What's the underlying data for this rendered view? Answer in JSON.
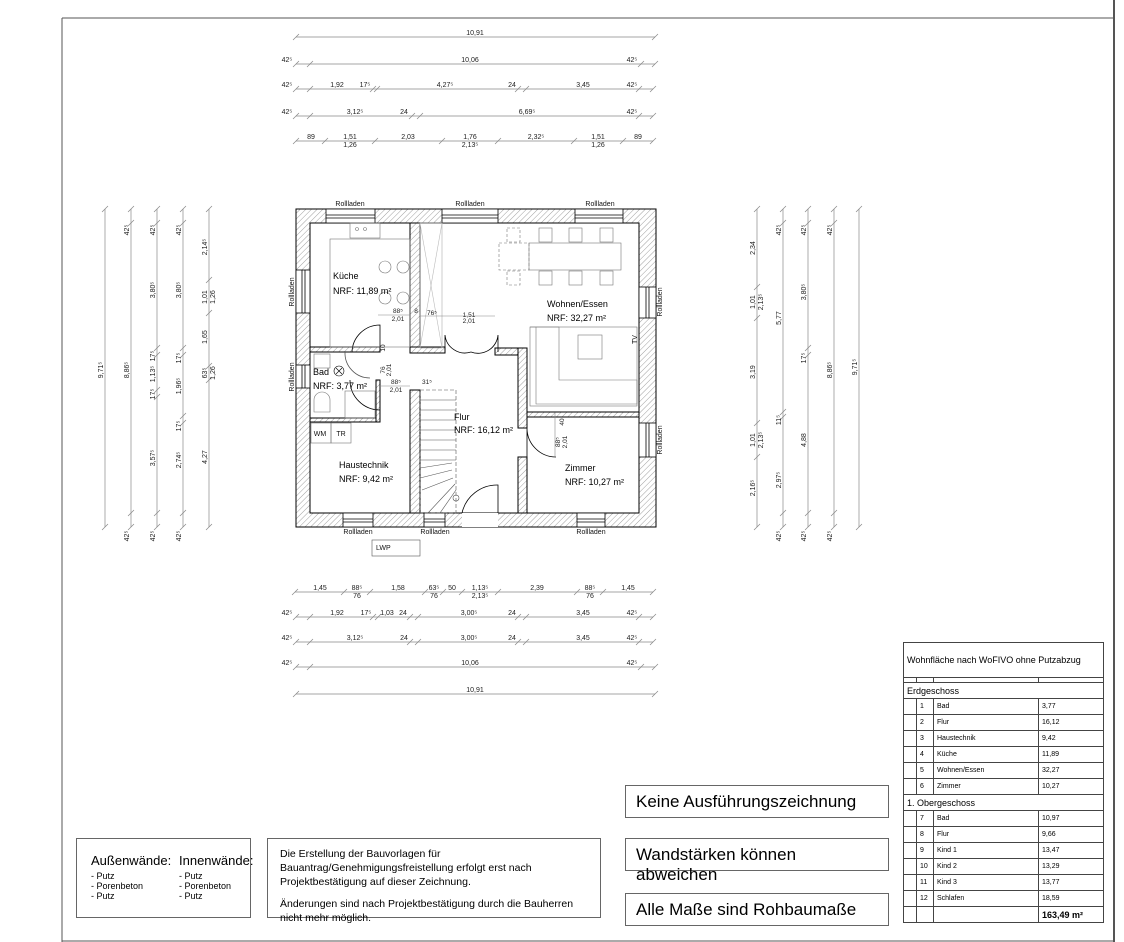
{
  "dims": {
    "top": [
      [
        "10,91"
      ],
      [
        "42⁵",
        "10,06",
        "42⁵"
      ],
      [
        "42⁵",
        "1,92",
        "17⁵",
        "4,27⁵",
        "24",
        "3,45",
        "42⁵"
      ],
      [
        "42⁵",
        "3,12⁵",
        "24",
        "6,69⁵",
        "42⁵"
      ],
      [
        "89",
        [
          "1,51",
          "1,26"
        ],
        "2,03",
        [
          "1,76",
          "2,13⁵"
        ],
        "2,32⁵",
        [
          "1,51",
          "1,26"
        ],
        "89"
      ]
    ],
    "bottom": [
      [
        "1,45",
        [
          "88⁵",
          "76"
        ],
        "1,58",
        [
          "63⁵",
          "76"
        ],
        "50",
        [
          "1,13⁵",
          "2,13⁵"
        ],
        "2,39",
        [
          "88⁵",
          "76"
        ],
        "1,45"
      ],
      [
        "42⁵",
        "1,92",
        "17⁵",
        "1,03",
        "24",
        "3,00⁵",
        "24",
        "3,45",
        "42⁵"
      ],
      [
        "42⁵",
        "3,12⁵",
        "24",
        "3,00⁵",
        "24",
        "3,45",
        "42⁵"
      ],
      [
        "42⁵",
        "10,06",
        "42⁵"
      ],
      [
        "10,91"
      ]
    ],
    "left": [
      [
        "9,71⁵"
      ],
      [
        "42⁵",
        "8,86⁵",
        "42⁵"
      ],
      [
        "42⁵",
        "3,80⁵",
        "17⁵",
        "1,13⁵",
        "17⁵",
        "3,57⁵",
        "42⁵"
      ],
      [
        "42⁵",
        "3,80⁵",
        "17⁵",
        "1,96⁵",
        "17⁵",
        "2,74⁵",
        "42⁵"
      ],
      [
        "2,14⁵",
        [
          "1,01",
          "1,26"
        ],
        "1,65",
        [
          "63⁵",
          "1,26"
        ],
        "4,27"
      ]
    ],
    "right": [
      [
        "2,34",
        [
          "1,01",
          "2,13⁵"
        ],
        "3,19",
        [
          "1,01",
          "2,13⁵"
        ],
        "2,16⁵"
      ],
      [
        "42⁵",
        "5,77",
        "11⁵",
        "2,97⁵",
        "42⁵"
      ],
      [
        "42⁵",
        "3,80⁵",
        "17⁵",
        "4,88",
        "42⁵"
      ],
      [
        "42⁵",
        "8,86⁵",
        "42⁵"
      ],
      [
        "9,71⁵"
      ]
    ],
    "inner": [
      "88⁵",
      "2,01",
      "8",
      "76⁵",
      "1,51",
      "2,01",
      "76",
      "2,01",
      "10",
      "88⁵",
      "2,01",
      "31⁵",
      "40",
      "88⁵",
      "2,01"
    ]
  },
  "rooms": [
    {
      "name": "Küche",
      "area": "NRF: 11,89 m²"
    },
    {
      "name": "Wohnen/Essen",
      "area": "NRF: 32,27 m²"
    },
    {
      "name": "Bad",
      "area": "NRF: 3,77 m²"
    },
    {
      "name": "Flur",
      "area": "NRF: 16,12 m²"
    },
    {
      "name": "Haustechnik",
      "area": "NRF: 9,42 m²"
    },
    {
      "name": "Zimmer",
      "area": "NRF: 10,27 m²"
    }
  ],
  "plan_labels": {
    "shutter": "Rollladen",
    "wm": "WM",
    "tr": "TR",
    "tv": "TV",
    "lwp": "LWP"
  },
  "legend": {
    "outer_title": "Außenwände:",
    "outer_items": [
      "- Putz",
      "- Porenbeton",
      "- Putz"
    ],
    "inner_title": "Innenwände:",
    "inner_items": [
      "- Putz",
      "- Porenbeton",
      "- Putz"
    ]
  },
  "info": {
    "p1": "Die Erstellung der Bauvorlagen für Bauantrag/Genehmigungsfreistellung erfolgt erst nach Projektbestätigung auf dieser Zeichnung.",
    "p2": "Änderungen sind  nach Projektbestätigung durch die Bauherren nicht mehr möglich."
  },
  "notes": [
    "Keine Ausführungszeichnung",
    "Wandstärken können abweichen",
    "Alle Maße sind Rohbaumaße"
  ],
  "area_table": {
    "title": "Wohnfläche nach WoFIVO ohne Putzabzug",
    "sections": [
      {
        "name": "Erdgeschoss",
        "rows": [
          [
            "1",
            "Bad",
            "3,77"
          ],
          [
            "2",
            "Flur",
            "16,12"
          ],
          [
            "3",
            "Haustechnik",
            "9,42"
          ],
          [
            "4",
            "Küche",
            "11,89"
          ],
          [
            "5",
            "Wohnen/Essen",
            "32,27"
          ],
          [
            "6",
            "Zimmer",
            "10,27"
          ]
        ]
      },
      {
        "name": "1. Obergeschoss",
        "rows": [
          [
            "7",
            "Bad",
            "10,97"
          ],
          [
            "8",
            "Flur",
            "9,66"
          ],
          [
            "9",
            "Kind 1",
            "13,47"
          ],
          [
            "10",
            "Kind 2",
            "13,29"
          ],
          [
            "11",
            "Kind 3",
            "13,77"
          ],
          [
            "12",
            "Schlafen",
            "18,59"
          ]
        ]
      }
    ],
    "total": "163,49 m²"
  }
}
